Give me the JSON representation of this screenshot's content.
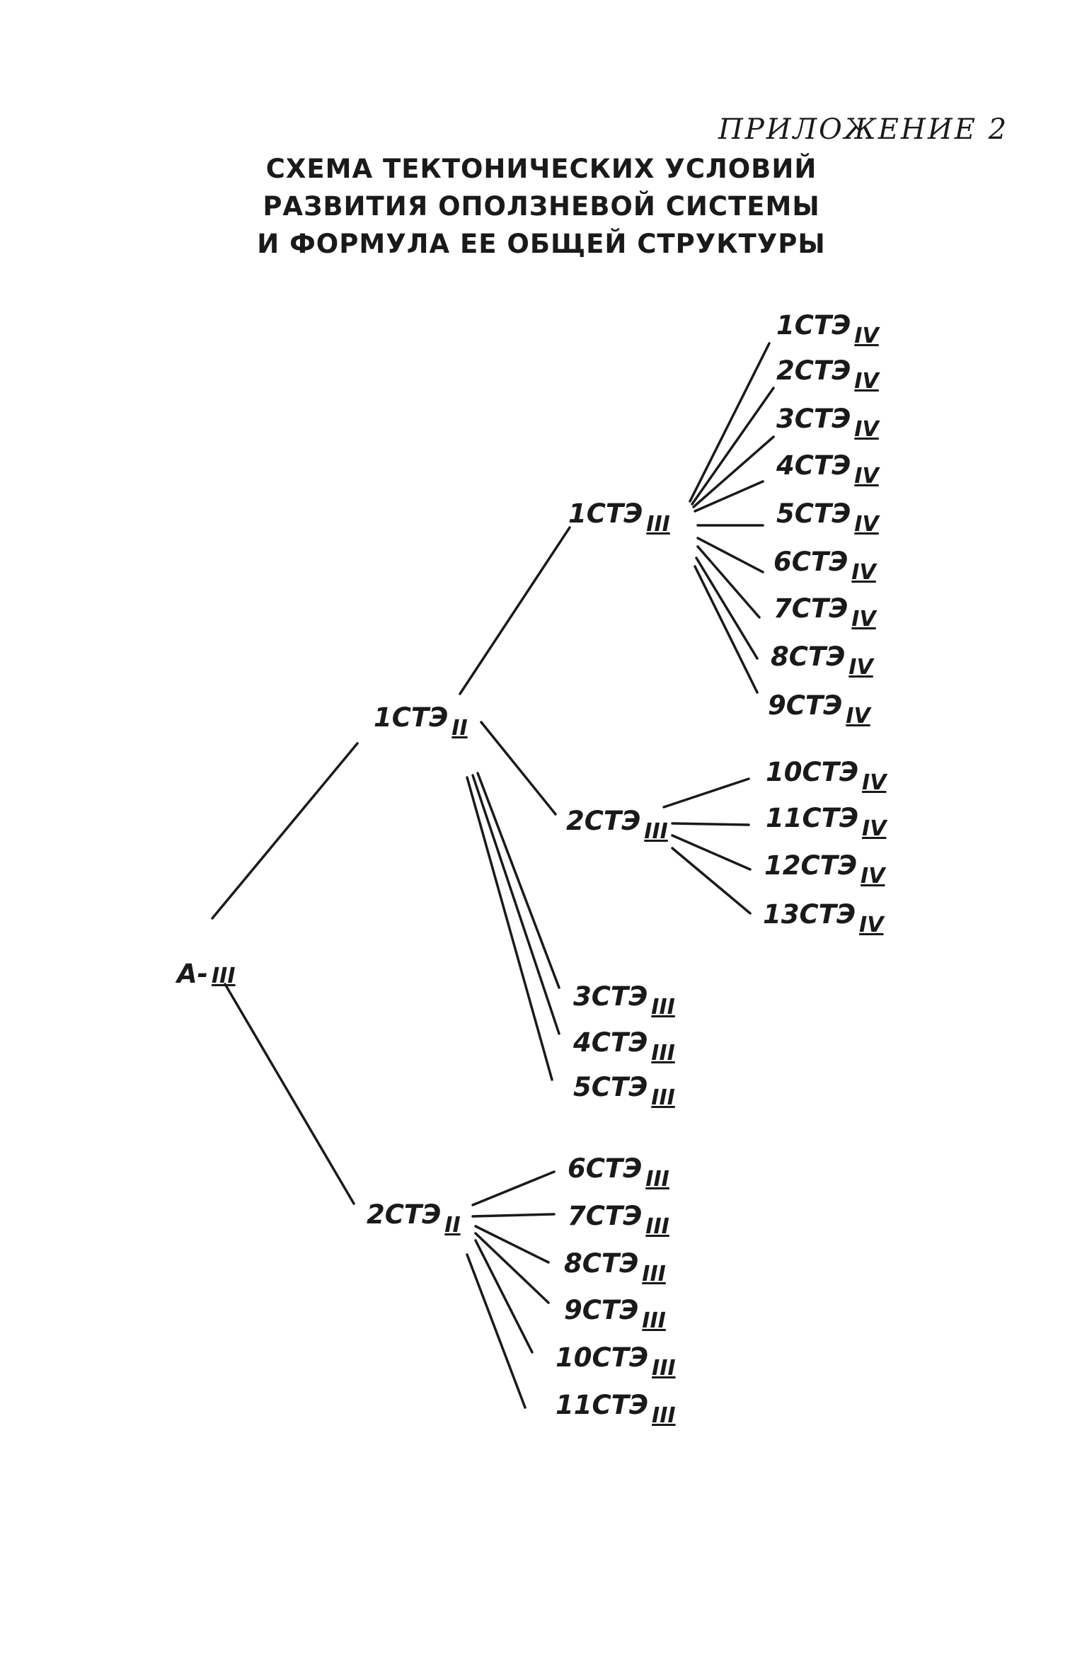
{
  "header": {
    "appendix": "ПРИЛОЖЕНИЕ 2",
    "title_lines": [
      "СХЕМА ТЕКТОНИЧЕСКИХ УСЛОВИЙ",
      "РАЗВИТИЯ ОПОЛЗНЕВОЙ СИСТЕМЫ",
      "И ФОРМУЛА ЕЕ ОБЩЕЙ СТРУКТУРЫ"
    ]
  },
  "tree": {
    "root": {
      "label": "А-",
      "sub": "III"
    },
    "level2": [
      {
        "label": "1СТЭ",
        "sub": "II"
      },
      {
        "label": "2СТЭ",
        "sub": "II"
      }
    ],
    "level3": [
      {
        "label": "1СТЭ",
        "sub": "III"
      },
      {
        "label": "2СТЭ",
        "sub": "III"
      },
      {
        "label": "3СТЭ",
        "sub": "III"
      },
      {
        "label": "4СТЭ",
        "sub": "III"
      },
      {
        "label": "5СТЭ",
        "sub": "III"
      },
      {
        "label": "6СТЭ",
        "sub": "III"
      },
      {
        "label": "7СТЭ",
        "sub": "III"
      },
      {
        "label": "8СТЭ",
        "sub": "III"
      },
      {
        "label": "9СТЭ",
        "sub": "III"
      },
      {
        "label": "10СТЭ",
        "sub": "III"
      },
      {
        "label": "11СТЭ",
        "sub": "III"
      }
    ],
    "level4": [
      {
        "label": "1СТЭ",
        "sub": "IV"
      },
      {
        "label": "2СТЭ",
        "sub": "IV"
      },
      {
        "label": "3СТЭ",
        "sub": "IV"
      },
      {
        "label": "4СТЭ",
        "sub": "IV"
      },
      {
        "label": "5СТЭ",
        "sub": "IV"
      },
      {
        "label": "6СТЭ",
        "sub": "IV"
      },
      {
        "label": "7СТЭ",
        "sub": "IV"
      },
      {
        "label": "8СТЭ",
        "sub": "IV"
      },
      {
        "label": "9СТЭ",
        "sub": "IV"
      },
      {
        "label": "10СТЭ",
        "sub": "IV"
      },
      {
        "label": "11СТЭ",
        "sub": "IV"
      },
      {
        "label": "12СТЭ",
        "sub": "IV"
      },
      {
        "label": "13СТЭ",
        "sub": "IV"
      }
    ]
  }
}
